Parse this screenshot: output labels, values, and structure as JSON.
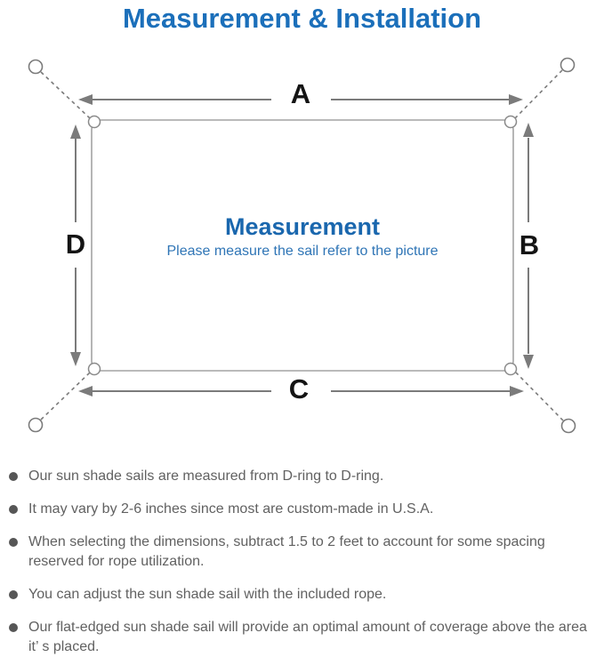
{
  "page": {
    "title": "Measurement & Installation"
  },
  "diagram": {
    "labels": {
      "top": "A",
      "right": "B",
      "bottom": "C",
      "left": "D"
    },
    "center_title": "Measurement",
    "center_subtitle": "Please measure the sail refer to the picture",
    "colors": {
      "page_title_blue": "#1b6fba",
      "center_title_blue": "#1a67ae",
      "subtitle_blue": "#2f75b6",
      "sail_outline_gray": "#a3a3a3",
      "arrow_gray": "#7b7b7b",
      "label_black": "#141414",
      "note_text_gray": "#616161"
    }
  },
  "notes": {
    "items": [
      "Our sun shade sails are measured from D-ring to D-ring.",
      "It may vary by 2-6 inches since most are custom-made in U.S.A.",
      "When selecting the dimensions, subtract 1.5 to 2 feet to account for some spacing reserved for rope utilization.",
      "You can adjust the sun shade sail with the included rope.",
      "Our flat-edged sun shade sail will provide an optimal amount of coverage above the area it’ s placed."
    ]
  }
}
